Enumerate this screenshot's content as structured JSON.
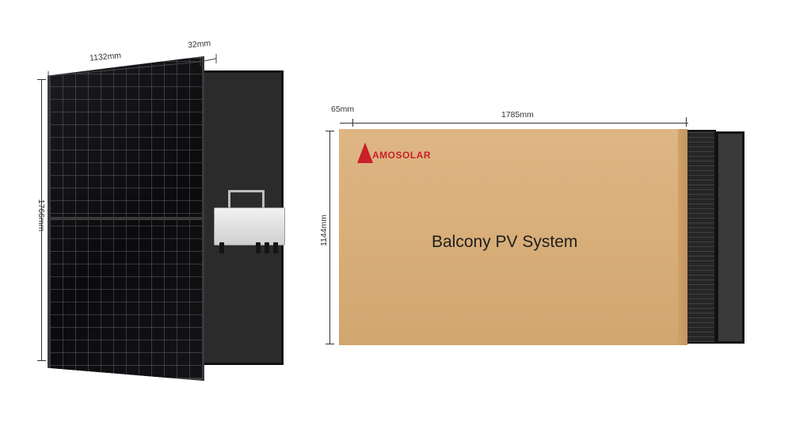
{
  "left_product": {
    "width_label": "1132mm",
    "depth_label": "32mm",
    "height_label": "1766mm"
  },
  "right_product": {
    "offset_label": "65mm",
    "length_label": "1785mm",
    "height_label": "1144mm",
    "brand": "AMOSOLAR",
    "title": "Balcony PV System"
  },
  "colors": {
    "brand_red": "#c9202a",
    "cardboard": "#d8ae79"
  },
  "icons": [
    "solar-panel",
    "microinverter",
    "logo-triangle"
  ]
}
